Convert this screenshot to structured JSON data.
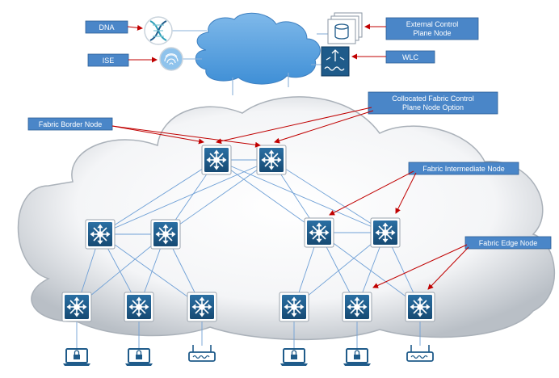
{
  "labels": {
    "dna": "DNA",
    "ise": "ISE",
    "external_control_line1": "External Control",
    "external_control_line2": "Plane Node",
    "wlc": "WLC",
    "collocated_line1": "Collocated Fabric Control",
    "collocated_line2": "Plane Node Option",
    "border": "Fabric  Border Node",
    "intermediate": "Fabric  Intermediate Node",
    "edge": "Fabric Edge Node"
  },
  "icons": {
    "dna": "dna-helix-icon",
    "ise": "fingerprint-icon",
    "external": "database-stack-icon",
    "wlc": "wireless-controller-icon",
    "switch": "layer3-switch-icon",
    "laptop": "laptop-lock-icon",
    "access_point": "access-point-icon"
  },
  "colors": {
    "label_box": "#4a86c8",
    "switch_fill": "#1f5b8a",
    "link": "#6fa0d6",
    "arrow": "#c00000",
    "cloud_edge": "#9aa3ad"
  }
}
